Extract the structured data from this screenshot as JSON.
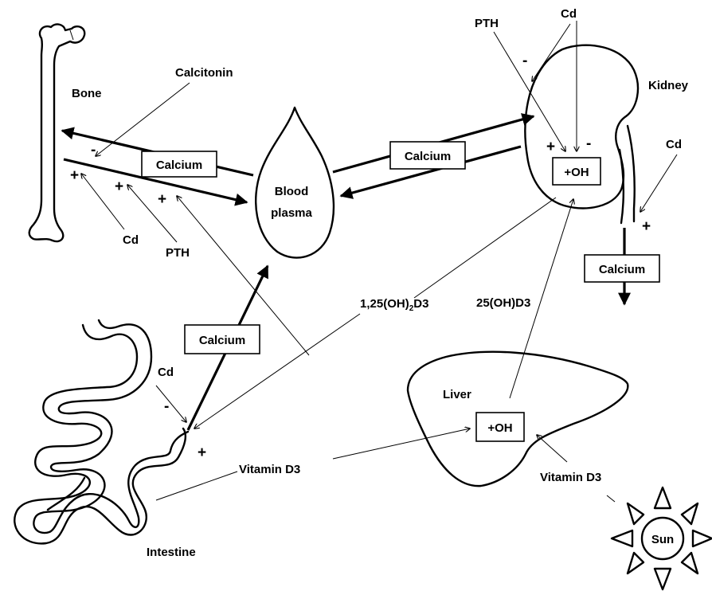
{
  "labels": {
    "bone": "Bone",
    "calcitonin": "Calcitonin",
    "blood_plasma_line1": "Blood",
    "blood_plasma_line2": "plasma",
    "kidney": "Kidney",
    "pth_kidney": "PTH",
    "cd_kidney_top": "Cd",
    "cd_kidney_right": "Cd",
    "cd_bone": "Cd",
    "pth_bone": "PTH",
    "cd_intestine": "Cd",
    "calcitriol_prefix": "1,25(OH)",
    "calcitriol_sub": "2",
    "calcitriol_suffix": "D3",
    "calcidiol": "25(OH)D3",
    "liver": "Liver",
    "vitamin_d3_intestine": "Vitamin D3",
    "vitamin_d3_sun": "Vitamin D3",
    "sun": "Sun",
    "intestine": "Intestine"
  },
  "boxes": {
    "calcium_bone": "Calcium",
    "calcium_kidney": "Calcium",
    "oh_kidney": "+OH",
    "calcium_urine": "Calcium",
    "calcium_intestine": "Calcium",
    "oh_liver": "+OH"
  },
  "signs": {
    "bone_calcitonin": "-",
    "bone_cd": "+",
    "bone_pth": "+",
    "bone_d3": "+",
    "kidney_pth": "+",
    "kidney_cd_top": "-",
    "kidney_cd_top_arrow": "-",
    "kidney_cd_right": "+",
    "intestine_cd": "-",
    "intestine_d3": "+"
  }
}
